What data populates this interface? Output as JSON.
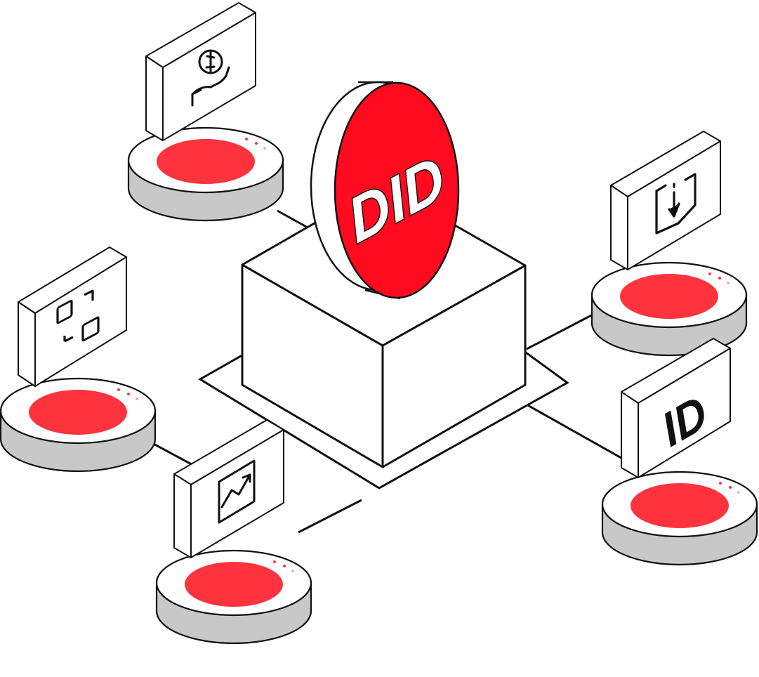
{
  "coin": {
    "label": "DID"
  },
  "nodes": [
    {
      "id": "payment",
      "icon": "hand-dollar-icon"
    },
    {
      "id": "apps",
      "icon": "apps-grid-icon"
    },
    {
      "id": "growth",
      "icon": "trending-up-chart-icon"
    },
    {
      "id": "download",
      "icon": "download-info-icon"
    },
    {
      "id": "identity",
      "icon": "id-text-icon",
      "label": "ID"
    }
  ],
  "colors": {
    "accent": "#ff0a1e",
    "pad_red": "#ff333d",
    "outline": "#111111",
    "pad_base": "#c8c8c8",
    "background": "#ffffff"
  }
}
